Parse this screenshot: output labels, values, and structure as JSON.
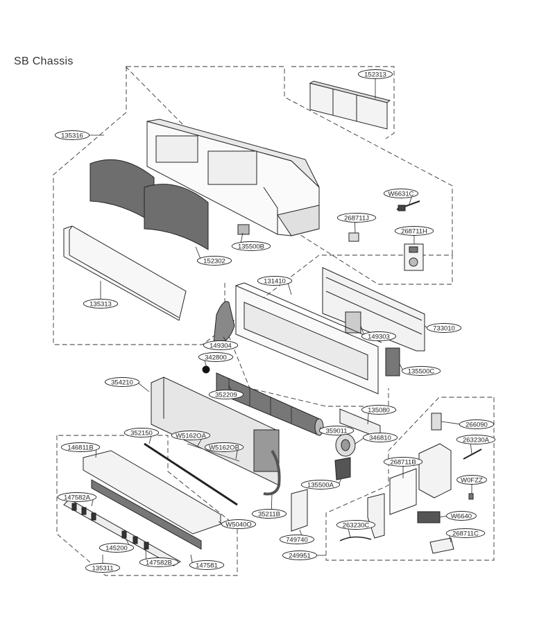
{
  "title": "SB Chassis",
  "parts": [
    {
      "id": "p152313",
      "code": "152313"
    },
    {
      "id": "p135316",
      "code": "135316"
    },
    {
      "id": "pW6631C",
      "code": "W6631C"
    },
    {
      "id": "p268711J",
      "code": "268711J"
    },
    {
      "id": "p268711H",
      "code": "268711H"
    },
    {
      "id": "p135500B",
      "code": "135500B"
    },
    {
      "id": "p152302",
      "code": "152302"
    },
    {
      "id": "p135313",
      "code": "135313"
    },
    {
      "id": "p131410",
      "code": "131410"
    },
    {
      "id": "p733010",
      "code": "733010"
    },
    {
      "id": "p149303",
      "code": "149303"
    },
    {
      "id": "p149304",
      "code": "149304"
    },
    {
      "id": "p342800",
      "code": "342800"
    },
    {
      "id": "p135500C",
      "code": "135500C"
    },
    {
      "id": "p354210",
      "code": "354210"
    },
    {
      "id": "p352209",
      "code": "352209"
    },
    {
      "id": "p135080",
      "code": "135080"
    },
    {
      "id": "p266090",
      "code": "266090"
    },
    {
      "id": "p263230A",
      "code": "263230A"
    },
    {
      "id": "p146811B",
      "code": "146811B"
    },
    {
      "id": "p352150",
      "code": "352150"
    },
    {
      "id": "pW5162OA",
      "code": "W5162OA"
    },
    {
      "id": "pW5162OB",
      "code": "W5162OB"
    },
    {
      "id": "p359011",
      "code": "359011"
    },
    {
      "id": "p346810",
      "code": "346810"
    },
    {
      "id": "p268711B",
      "code": "268711B"
    },
    {
      "id": "p135500A",
      "code": "135500A"
    },
    {
      "id": "pW0FZZ",
      "code": "W0FZZ"
    },
    {
      "id": "p147582A",
      "code": "147582A"
    },
    {
      "id": "p35211B",
      "code": "35211B"
    },
    {
      "id": "pW5040O",
      "code": "W5040O"
    },
    {
      "id": "pW6640",
      "code": "W6640"
    },
    {
      "id": "p749740",
      "code": "749740"
    },
    {
      "id": "p263230C",
      "code": "263230C"
    },
    {
      "id": "p268711C",
      "code": "268711C"
    },
    {
      "id": "p145200",
      "code": "145200"
    },
    {
      "id": "p147582B",
      "code": "147582B"
    },
    {
      "id": "p135311",
      "code": "135311"
    },
    {
      "id": "p147581",
      "code": "147581"
    },
    {
      "id": "p249951",
      "code": "249951"
    }
  ]
}
